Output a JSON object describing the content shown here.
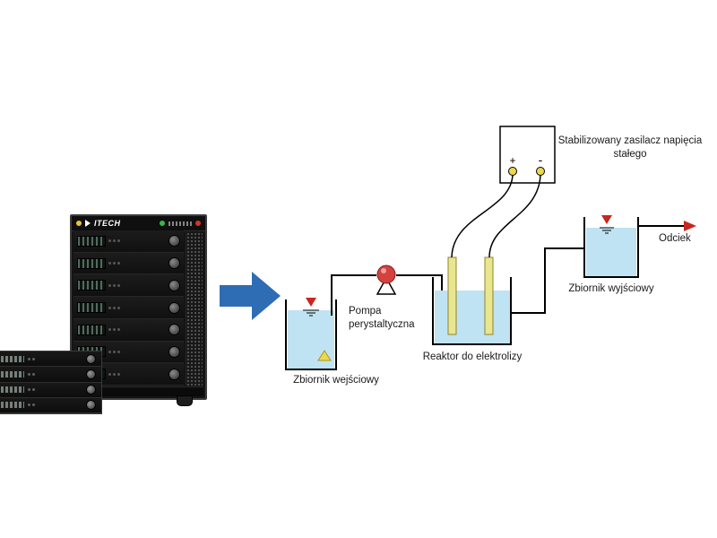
{
  "equipment": {
    "brand": "ITECH",
    "rack_unit_count": 7,
    "stack_unit_count": 4
  },
  "diagram": {
    "labels": {
      "power_supply": "Stabilizowany zasilacz napięcia stałego",
      "terminal_plus": "+",
      "terminal_minus": "-",
      "outflow": "Odciek",
      "output_tank": "Zbiornik wyjściowy",
      "reactor": "Reaktor do elektrolizy",
      "pump": "Pompa perystaltyczna",
      "input_tank": "Zbiornik wejściowy"
    },
    "colors": {
      "water": "#bfe3f2",
      "electrode": "#eae68e",
      "pump_red": "#d4413f",
      "marker_red": "#c9261f",
      "arrow_blue": "#2e6db4",
      "float_yellow": "#ead94e",
      "line": "#000000"
    }
  }
}
